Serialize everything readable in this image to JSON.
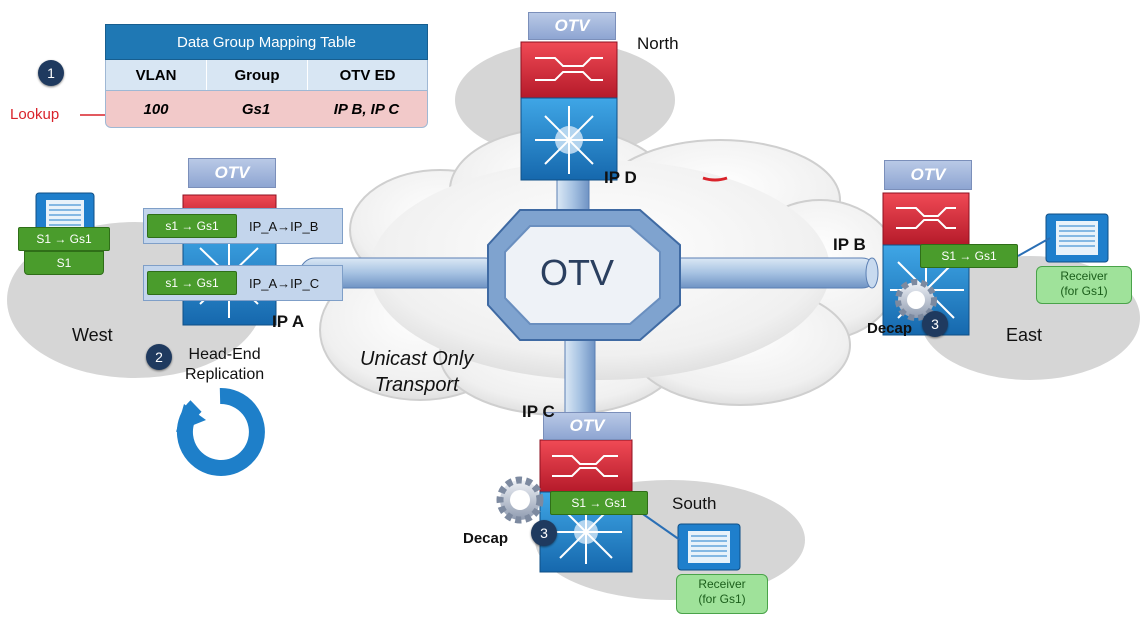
{
  "table": {
    "title": "Data Group Mapping Table",
    "headers": [
      "VLAN",
      "Group",
      "OTV ED"
    ],
    "row": [
      "100",
      "Gs1",
      "IP B, IP C"
    ]
  },
  "callouts": {
    "lookup": "Lookup",
    "step1": "1",
    "step2": "2",
    "step2_text": "Head-End\nReplication",
    "step3_east": "3",
    "step3_south": "3",
    "decap_east": "Decap",
    "decap_south": "Decap"
  },
  "sites": {
    "west": "West",
    "north": "North",
    "east": "East",
    "south": "South"
  },
  "core": {
    "label": "OTV",
    "transport": "Unicast Only\nTransport"
  },
  "otv_labels": {
    "north": "OTV",
    "west": "OTV",
    "east": "OTV",
    "south": "OTV"
  },
  "ip_labels": {
    "a": "IP A",
    "b": "IP B",
    "c": "IP C",
    "d": "IP D"
  },
  "packets": {
    "west_host": "S1 → Gs1",
    "west_host_name": "S1",
    "pkt_b_inner": "s1 → Gs1",
    "pkt_b_outer": "IP_A→IP_B",
    "pkt_c_inner": "s1 → Gs1",
    "pkt_c_outer": "IP_A→IP_C",
    "east": "S1 → Gs1",
    "south": "S1 → Gs1"
  },
  "receivers": {
    "east": "Receiver\n(for Gs1)",
    "south": "Receiver\n(for Gs1)"
  },
  "colors": {
    "table_header": "#1f78b4",
    "packet_green": "#5aa832",
    "switch_red": "#d8283a",
    "switch_blue": "#1e7fc9",
    "pipe": "#a9c4e2",
    "badge": "#1f3a5f"
  }
}
